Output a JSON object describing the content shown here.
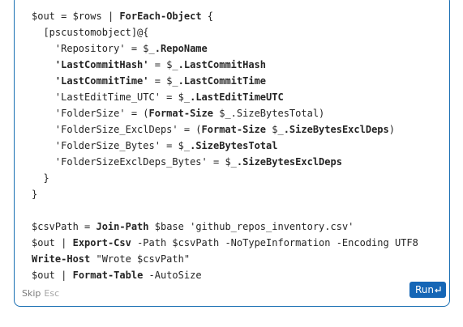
{
  "code_lines": [
    [
      {
        "t": "$out",
        "c": "var"
      },
      {
        "t": " = ",
        "c": "op"
      },
      {
        "t": "$rows",
        "c": "var"
      },
      {
        "t": " | ",
        "c": "op"
      },
      {
        "t": "ForEach-Object",
        "c": "kw"
      },
      {
        "t": " {",
        "c": "par"
      }
    ],
    [
      {
        "t": "  [pscustomobject]@{",
        "c": "plain"
      }
    ],
    [
      {
        "t": "    'Repository'",
        "c": "str"
      },
      {
        "t": " = ",
        "c": "op"
      },
      {
        "t": "$_",
        "c": "var"
      },
      {
        "t": ".RepoName",
        "c": "kw"
      }
    ],
    [
      {
        "t": "    'LastCommitHash'",
        "c": "kw"
      },
      {
        "t": " = ",
        "c": "op"
      },
      {
        "t": "$_",
        "c": "var"
      },
      {
        "t": ".LastCommitHash",
        "c": "kw"
      }
    ],
    [
      {
        "t": "    'LastCommitTime'",
        "c": "kw"
      },
      {
        "t": " = ",
        "c": "op"
      },
      {
        "t": "$_",
        "c": "var"
      },
      {
        "t": ".LastCommitTime",
        "c": "kw"
      }
    ],
    [
      {
        "t": "    'LastEditTime_UTC'",
        "c": "str"
      },
      {
        "t": " = ",
        "c": "op"
      },
      {
        "t": "$_",
        "c": "var"
      },
      {
        "t": ".LastEditTimeUTC",
        "c": "kw"
      }
    ],
    [
      {
        "t": "    'FolderSize'",
        "c": "str"
      },
      {
        "t": " = (",
        "c": "op"
      },
      {
        "t": "Format-Size",
        "c": "kw"
      },
      {
        "t": " ",
        "c": "plain"
      },
      {
        "t": "$_",
        "c": "var"
      },
      {
        "t": ".SizeBytesTotal",
        "c": "plain"
      },
      {
        "t": ")",
        "c": "par"
      }
    ],
    [
      {
        "t": "    'FolderSize_ExclDeps'",
        "c": "str"
      },
      {
        "t": " = (",
        "c": "op"
      },
      {
        "t": "Format-Size",
        "c": "kw"
      },
      {
        "t": " ",
        "c": "plain"
      },
      {
        "t": "$_",
        "c": "var"
      },
      {
        "t": ".SizeBytesExclDeps",
        "c": "kw"
      },
      {
        "t": ")",
        "c": "par"
      }
    ],
    [
      {
        "t": "    'FolderSize_Bytes'",
        "c": "str"
      },
      {
        "t": " = ",
        "c": "op"
      },
      {
        "t": "$_",
        "c": "var"
      },
      {
        "t": ".SizeBytesTotal",
        "c": "kw"
      }
    ],
    [
      {
        "t": "    'FolderSizeExclDeps_Bytes'",
        "c": "str"
      },
      {
        "t": " = ",
        "c": "op"
      },
      {
        "t": "$_",
        "c": "var"
      },
      {
        "t": ".SizeBytesExclDeps",
        "c": "kw"
      }
    ],
    [
      {
        "t": "  }",
        "c": "par"
      }
    ],
    [
      {
        "t": "}",
        "c": "par"
      }
    ],
    [
      {
        "t": "",
        "c": "plain"
      }
    ],
    [
      {
        "t": "$csvPath",
        "c": "var"
      },
      {
        "t": " = ",
        "c": "op"
      },
      {
        "t": "Join-Path",
        "c": "kw"
      },
      {
        "t": " ",
        "c": "plain"
      },
      {
        "t": "$base",
        "c": "var"
      },
      {
        "t": " ",
        "c": "plain"
      },
      {
        "t": "'github_repos_inventory.csv'",
        "c": "str"
      }
    ],
    [
      {
        "t": "$out",
        "c": "var"
      },
      {
        "t": " | ",
        "c": "op"
      },
      {
        "t": "Export-Csv",
        "c": "kw"
      },
      {
        "t": " -Path ",
        "c": "plain"
      },
      {
        "t": "$csvPath",
        "c": "var"
      },
      {
        "t": " -NoTypeInformation -Encoding UTF8",
        "c": "plain"
      }
    ],
    [
      {
        "t": "Write-Host",
        "c": "kw"
      },
      {
        "t": " ",
        "c": "plain"
      },
      {
        "t": "\"Wrote $csvPath\"",
        "c": "str"
      }
    ],
    [
      {
        "t": "$out",
        "c": "var"
      },
      {
        "t": " | ",
        "c": "op"
      },
      {
        "t": "Format-Table",
        "c": "kw"
      },
      {
        "t": " -AutoSize",
        "c": "plain"
      }
    ]
  ],
  "footer": {
    "skip_label": "Skip",
    "skip_shortcut": "Esc",
    "run_label": "Run"
  },
  "colors": {
    "border": "#1a6fb3",
    "run_button": "#1566b6"
  },
  "icons": {
    "run": "enter-key-icon"
  }
}
